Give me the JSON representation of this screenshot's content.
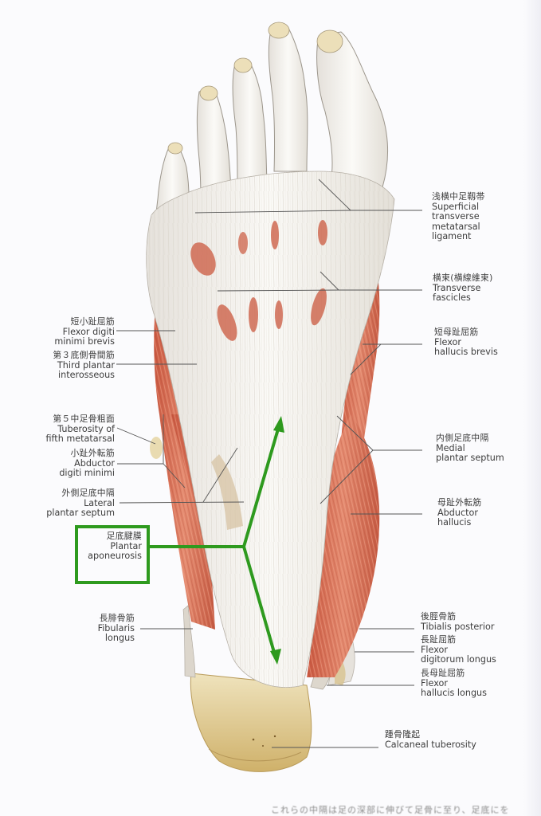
{
  "figure": {
    "subject": "Plantar view of the right foot — superficial layer",
    "colors": {
      "background": "#fbfbfd",
      "aponeurosis": "#f2efe9",
      "muscle": "#d9735a",
      "muscle_dark": "#b9533e",
      "bone": "#e3cf9a",
      "leader_line": "#555555",
      "highlight": "#2e9a1e"
    }
  },
  "labels_right": [
    {
      "jp": "浅横中足靱帯",
      "en": [
        "Superficial",
        "transverse",
        "metatarsal",
        "ligament"
      ]
    },
    {
      "jp": "横束(横線維束)",
      "en": [
        "Transverse",
        "fascicles"
      ]
    },
    {
      "jp": "短母趾屈筋",
      "en": [
        "Flexor",
        "hallucis brevis"
      ]
    },
    {
      "jp": "内側足底中隔",
      "en": [
        "Medial",
        "plantar septum"
      ]
    },
    {
      "jp": "母趾外転筋",
      "en": [
        "Abductor",
        "hallucis"
      ]
    },
    {
      "jp": "後脛骨筋",
      "en": [
        "Tibialis posterior"
      ]
    },
    {
      "jp": "長趾屈筋",
      "en": [
        "Flexor",
        "digitorum longus"
      ]
    },
    {
      "jp": "長母趾屈筋",
      "en": [
        "Flexor",
        "hallucis longus"
      ]
    },
    {
      "jp": "踵骨隆起",
      "en": [
        "Calcaneal tuberosity"
      ]
    }
  ],
  "labels_left": [
    {
      "jp": "短小趾屈筋",
      "en": [
        "Flexor digiti",
        "minimi brevis"
      ]
    },
    {
      "jp": "第３底側骨間筋",
      "en": [
        "Third plantar",
        "interosseous"
      ]
    },
    {
      "jp": "第５中足骨粗面",
      "en": [
        "Tuberosity of",
        "fifth metatarsal"
      ]
    },
    {
      "jp": "小趾外転筋",
      "en": [
        "Abductor",
        "digiti minimi"
      ]
    },
    {
      "jp": "外側足底中隔",
      "en": [
        "Lateral",
        "plantar septum"
      ]
    },
    {
      "jp": "長腓骨筋",
      "en": [
        "Fibularis",
        "longus"
      ]
    }
  ],
  "highlight": {
    "jp": "足底腱膜",
    "en": [
      "Plantar",
      "aponeurosis"
    ]
  },
  "footer": {
    "text": "これらの中隔は足の深部に伸びて足骨に至り、足底にを"
  }
}
